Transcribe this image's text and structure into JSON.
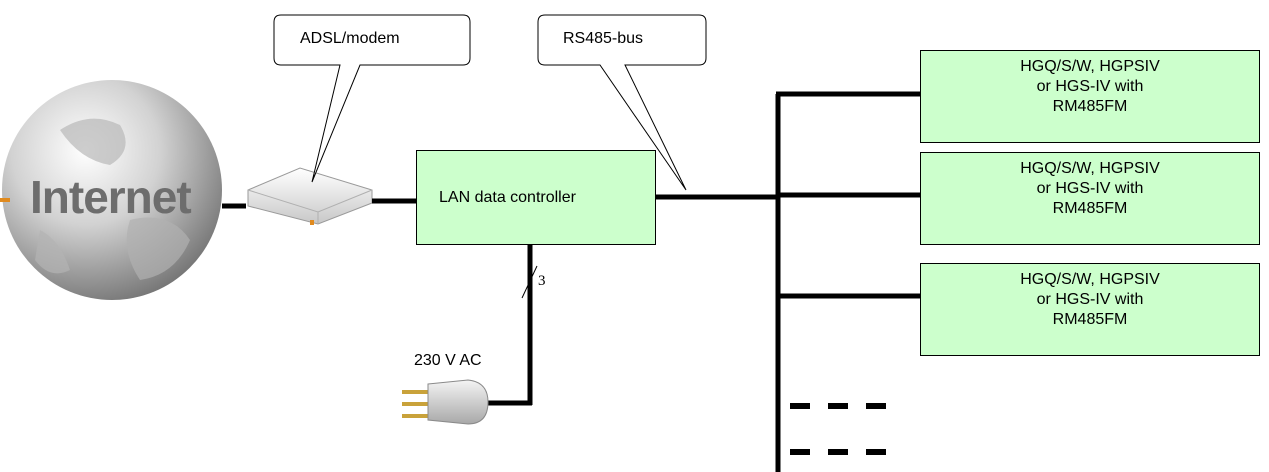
{
  "callouts": {
    "adsl": "ADSL/modem",
    "rs485": "RS485-bus"
  },
  "internet": {
    "label": "Internet",
    "icon": "globe-icon"
  },
  "modem": {
    "icon": "modem-icon"
  },
  "controller": {
    "label": "LAN data controller"
  },
  "power": {
    "label": "230 V AC",
    "wire_count": "3",
    "icon": "plug-icon"
  },
  "devices": [
    {
      "line1": "HGQ/S/W, HGPSIV",
      "line2": "or HGS-IV with",
      "line3": "RM485FM"
    },
    {
      "line1": "HGQ/S/W, HGPSIV",
      "line2": "or HGS-IV with",
      "line3": "RM485FM"
    },
    {
      "line1": "HGQ/S/W, HGPSIV",
      "line2": "or HGS-IV with",
      "line3": "RM485FM"
    }
  ],
  "colors": {
    "box_fill": "#ccffcc",
    "line": "#000000",
    "globe": "#9a9a9a"
  }
}
